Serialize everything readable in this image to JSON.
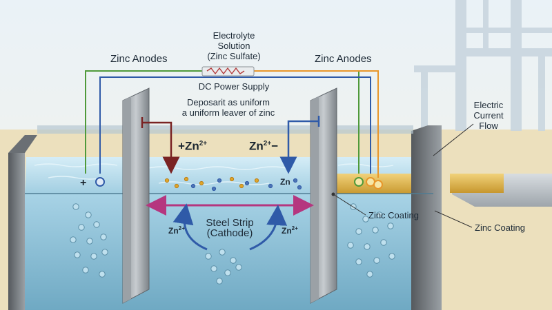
{
  "labels": {
    "electrolyte_line1": "Electrolyte",
    "electrolyte_line2": "Solution",
    "electrolyte_line3": "(Zinc Sulfate)",
    "zinc_anodes_left": "Zinc Anodes",
    "zinc_anodes_right": "Zinc Anodes",
    "power_supply": "DC Power Supply",
    "deposit_line1": "Deposarit as uniform",
    "deposit_line2": "a uniform leaver of zinc",
    "electric_current_line1": "Electric",
    "electric_current_line2": "Current",
    "electric_current_line3": "Flow",
    "steel_strip_line1": "Steel Strip",
    "steel_strip_line2": "(Cathode)",
    "zinc_coating_inner": "Zinc Coating",
    "zinc_coating_outer": "Zinc Coating"
  },
  "ions": {
    "left_plus": "+",
    "left_ion": "Zn",
    "charge": "2+",
    "right_ion": "Zn",
    "right_minus": "−",
    "small_ion": "Zn",
    "center_ion": "Zn"
  },
  "terminals": {
    "left_plus_sign": "+",
    "left_terminal_symbol": "+"
  },
  "colors": {
    "green_wire": "#4f9a3a",
    "blue_wire": "#2f5aa8",
    "orange_wire": "#e8962a",
    "anode_wire": "#7a2323",
    "cathode_wire": "#2f5aa8",
    "current_arrow": "#b5367f",
    "electrolyte": "#9fc9dc",
    "zinc_strip": "#d9b24a"
  }
}
